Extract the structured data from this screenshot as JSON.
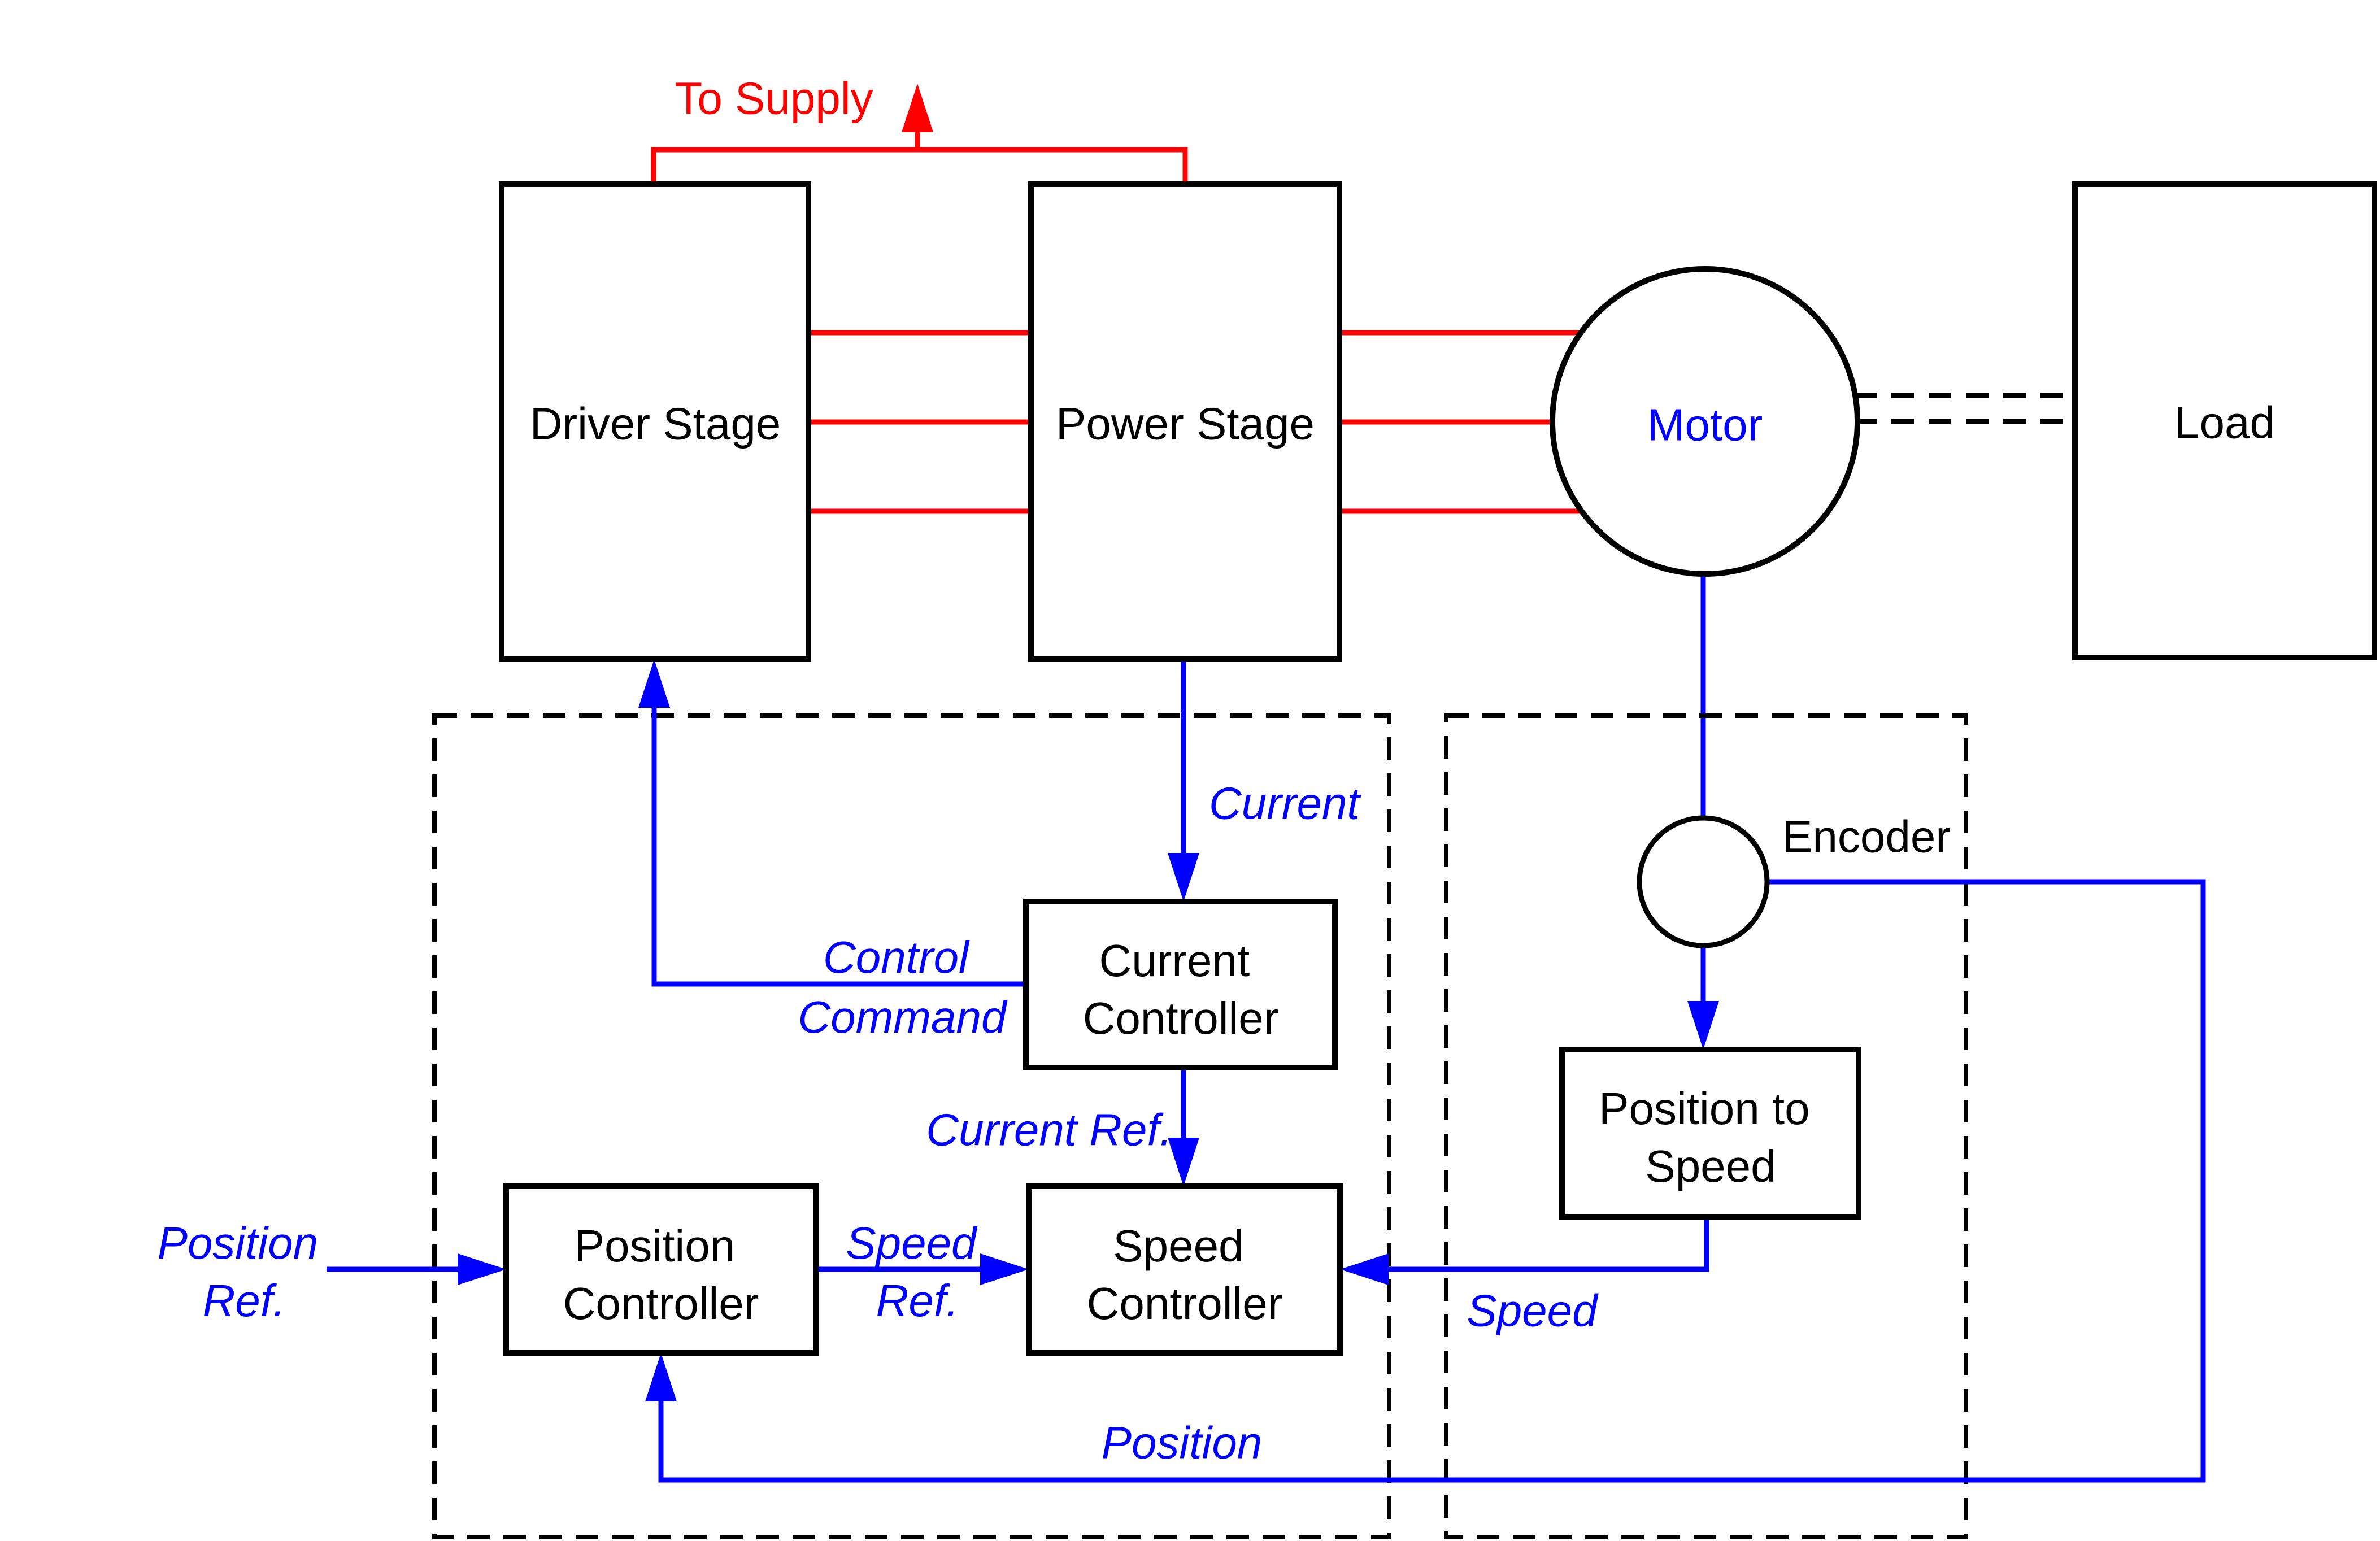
{
  "diagram": {
    "colors": {
      "wire_red": "#ff0000",
      "wire_blue": "#0000ff",
      "outline_black": "#000000",
      "background": "#ffffff"
    },
    "blocks": {
      "driver_stage": {
        "label": "Driver Stage"
      },
      "power_stage": {
        "label": "Power Stage"
      },
      "motor": {
        "label": "Motor"
      },
      "load": {
        "label": "Load"
      },
      "current_controller": {
        "line1": "Current",
        "line2": "Controller"
      },
      "position_controller": {
        "line1": "Position",
        "line2": "Controller"
      },
      "speed_controller": {
        "line1": "Speed",
        "line2": "Controller"
      },
      "position_to_speed": {
        "line1": "Position to",
        "line2": "Speed"
      },
      "encoder": {
        "label": "Encoder"
      }
    },
    "signals": {
      "to_supply": {
        "label": "To Supply"
      },
      "current": {
        "label": "Current"
      },
      "control_command": {
        "line1": "Control",
        "line2": "Command"
      },
      "current_ref": {
        "label": "Current Ref."
      },
      "position_ref": {
        "line1": "Position",
        "line2": "Ref."
      },
      "speed_ref": {
        "line1": "Speed",
        "line2": "Ref."
      },
      "speed": {
        "label": "Speed"
      },
      "position": {
        "label": "Position"
      }
    }
  }
}
